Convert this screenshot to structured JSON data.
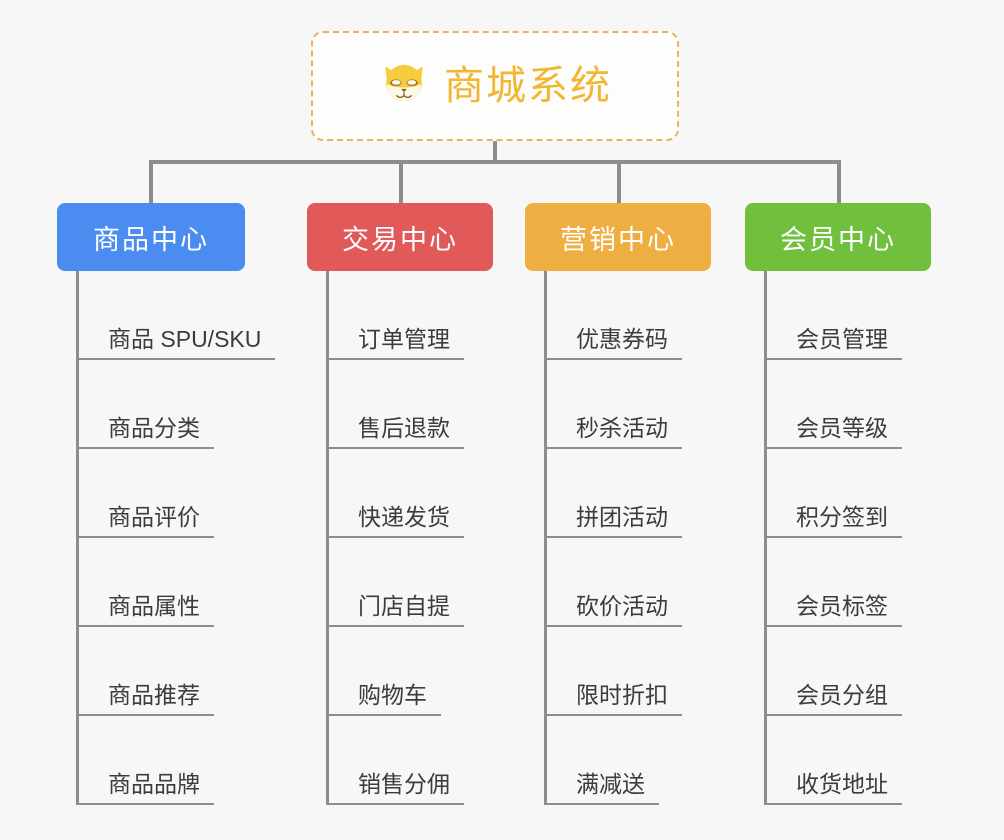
{
  "diagram": {
    "title": "商城系统",
    "root": {
      "label": "商城系统",
      "icon": "shiba-dog-icon",
      "border_color": "#e9b35a",
      "text_color": "#f2b632",
      "background": "#fdfdfc"
    },
    "connector_color": "#8d8d8d",
    "canvas_background": "#f7f7f7",
    "columns": [
      {
        "label": "商品中心",
        "color": "#4a8cf0",
        "items": [
          "商品 SPU/SKU",
          "商品分类",
          "商品评价",
          "商品属性",
          "商品推荐",
          "商品品牌"
        ]
      },
      {
        "label": "交易中心",
        "color": "#e2595a",
        "items": [
          "订单管理",
          "售后退款",
          "快递发货",
          "门店自提",
          "购物车",
          "销售分佣"
        ]
      },
      {
        "label": "营销中心",
        "color": "#eeae42",
        "items": [
          "优惠券码",
          "秒杀活动",
          "拼团活动",
          "砍价活动",
          "限时折扣",
          "满减送"
        ]
      },
      {
        "label": "会员中心",
        "color": "#70c03e",
        "items": [
          "会员管理",
          "会员等级",
          "积分签到",
          "会员标签",
          "会员分组",
          "收货地址"
        ]
      }
    ]
  }
}
